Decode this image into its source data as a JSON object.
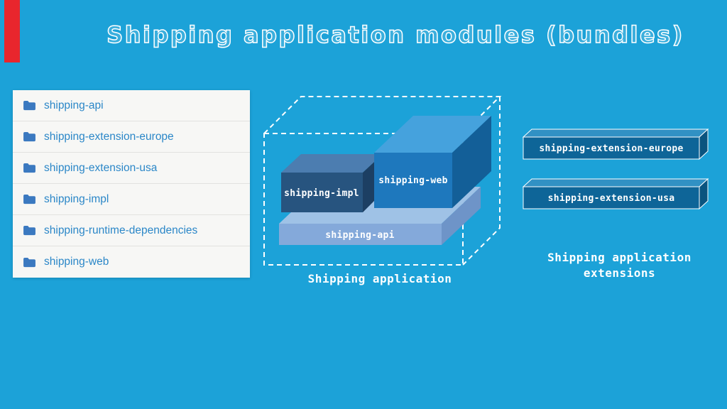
{
  "slide": {
    "title": "Shipping application modules (bundles)"
  },
  "file_list": {
    "items": [
      {
        "icon": "folder-icon",
        "label": "shipping-api"
      },
      {
        "icon": "folder-icon",
        "label": "shipping-extension-europe"
      },
      {
        "icon": "folder-icon",
        "label": "shipping-extension-usa"
      },
      {
        "icon": "folder-icon",
        "label": "shipping-impl"
      },
      {
        "icon": "folder-icon",
        "label": "shipping-runtime-dependencies"
      },
      {
        "icon": "folder-icon",
        "label": "shipping-web"
      }
    ]
  },
  "diagram": {
    "caption": "Shipping application",
    "boxes": {
      "impl": "shipping-impl",
      "web": "shipping-web",
      "api": "shipping-api"
    }
  },
  "extensions": {
    "caption_line1": "Shipping application",
    "caption_line2": "extensions",
    "bars": [
      {
        "label": "shipping-extension-europe"
      },
      {
        "label": "shipping-extension-usa"
      }
    ]
  },
  "colors": {
    "background": "#1CA2D8",
    "ribbon_red": "#E8262D",
    "panel_bg": "#F7F7F5",
    "list_text": "#2B87C8",
    "folder_blue": "#3B79C0",
    "impl_front": "#27547F",
    "impl_top": "#4C7DB0",
    "web_front": "#1E78BD",
    "web_top": "#45A2DD",
    "api_front": "#84A9DA",
    "api_top": "#9FC2E6",
    "bar_front": "#0E6598",
    "bar_top": "#3191C4",
    "white": "#FFFFFF"
  }
}
